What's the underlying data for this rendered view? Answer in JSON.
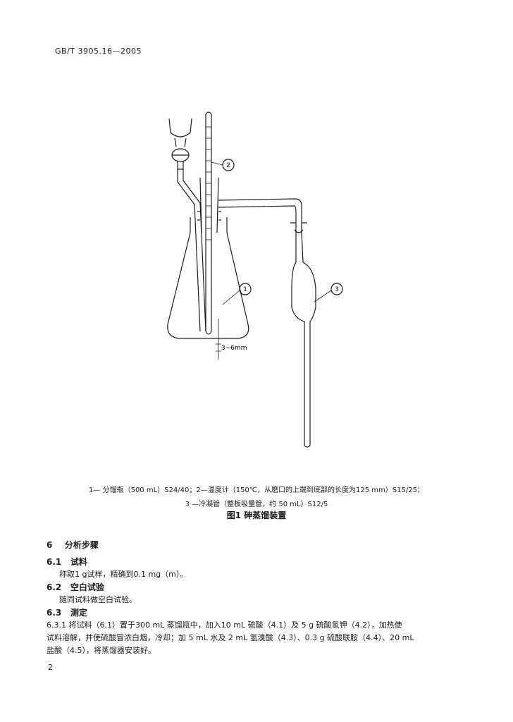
{
  "header": {
    "code": "GB/T 3905.16—2005"
  },
  "figure": {
    "callouts": [
      "1",
      "2",
      "3"
    ],
    "dimension_label": "3~6mm",
    "caption_line1": "1— 分馏瓶（500 mL）S24/40；2—温度计（150℃，从磨口的上端到底部的长度为125 mm）S15/25；",
    "caption_line2": "3 —冷凝管（整板吸量管，约 50 mL）S12/5",
    "title": "图1   砷蒸馏装置"
  },
  "section6": {
    "num": "6",
    "title": "分析步骤",
    "s1": {
      "num": "6.1",
      "title": "试料",
      "text": "称取1 g试样，精确到0.1 mg（m）。"
    },
    "s2": {
      "num": "6.2",
      "title": "空白试验",
      "text": "随同试料做空白试验。"
    },
    "s3": {
      "num": "6.3",
      "title": "测定"
    },
    "s31": {
      "line1": "6.3.1   将试料（6.1）置于300 mL 蒸馏瓶中，加入10 mL 硫酸（4.1）及 5 g 硫酸氢钾（4.2），加热使",
      "line2": "试料溶解，并使硫酸冒浓白烟，冷却；加 5 mL 水及 2 mL 氢溴酸（4.3）、0.3 g 硫酸联胺（4.4）、20 mL",
      "line3": "盐酸（4.5），将蒸馏器安装好。"
    }
  },
  "page_number": "2"
}
